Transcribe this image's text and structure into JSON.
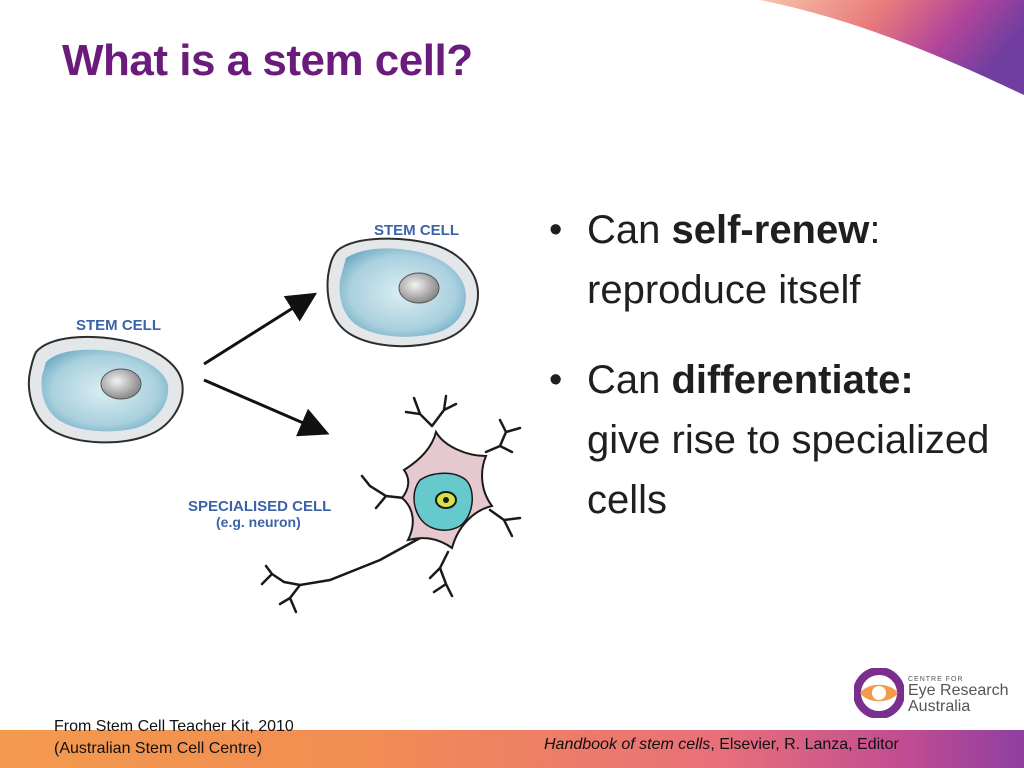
{
  "title": "What is a stem cell?",
  "figure": {
    "stem_cell_label_left": "STEM CELL",
    "stem_cell_label_top": "STEM CELL",
    "specialised_label": "SPECIALISED CELL",
    "specialised_sub": "(e.g. neuron)"
  },
  "bullets": [
    {
      "prefix": "Can ",
      "bold": "self-renew",
      "suffix": ":",
      "rest": "reproduce itself"
    },
    {
      "prefix": "Can ",
      "bold": "differentiate:",
      "suffix": "",
      "rest": "give rise to specialized cells"
    }
  ],
  "footer": {
    "left_line1": "From Stem Cell Teacher Kit, 2010",
    "left_line2": "(Australian Stem Cell Centre)",
    "right_italic": "Handbook of stem cells",
    "right_rest": ", Elsevier, R. Lanza, Editor"
  },
  "logo": {
    "small": "CENTRE FOR",
    "line1": "Eye Research",
    "line2": "Australia"
  },
  "colors": {
    "title": "#6a1b7b",
    "label_blue": "#3b63a8",
    "footer_orange": "#f28d52",
    "accent_purple": "#8e3fa0"
  }
}
